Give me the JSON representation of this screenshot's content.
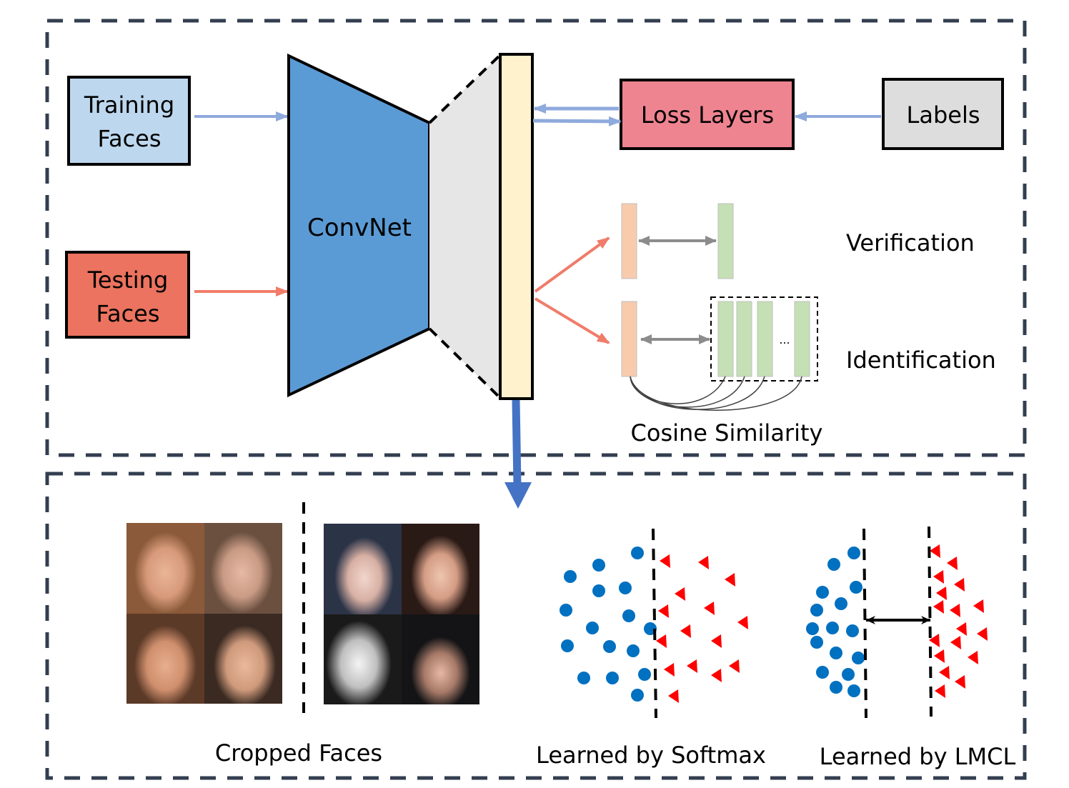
{
  "top_panel": {
    "training_faces": {
      "line1": "Training",
      "line2": "Faces",
      "fill": "#BDD7EE"
    },
    "testing_faces": {
      "line1": "Testing",
      "line2": "Faces",
      "fill": "#EB735F"
    },
    "convnet": {
      "label": "ConvNet",
      "fill": "#5B9BD5"
    },
    "feature_layer": {
      "fill": "#FFF2CC"
    },
    "fc_projection": {
      "fill": "#E6E6E6"
    },
    "loss_layers": {
      "label": "Loss Layers",
      "fill": "#EF8491"
    },
    "labels": {
      "label": "Labels",
      "fill": "#DDDDDD"
    },
    "verification": {
      "label": "Verification"
    },
    "identification": {
      "label": "Identification",
      "ellipsis": "..."
    },
    "cosine_similarity": {
      "label": "Cosine Similarity"
    },
    "colors": {
      "train_arrow": "#8FAADC",
      "test_arrow": "#F07C6A",
      "probe_bar": "#F8CBAD",
      "gallery_bar": "#C5E0B4",
      "gray_arrow": "#8C8C8C",
      "down_arrow": "#4472C4",
      "border_dash": "#333F50"
    }
  },
  "bottom_panel": {
    "cropped_faces": {
      "label": "Cropped Faces"
    },
    "softmax": {
      "label": "Learned by Softmax"
    },
    "lmcl": {
      "label": "Learned by LMCL"
    },
    "colors": {
      "class_a": "#0070C0",
      "class_b": "#FF0000"
    }
  }
}
